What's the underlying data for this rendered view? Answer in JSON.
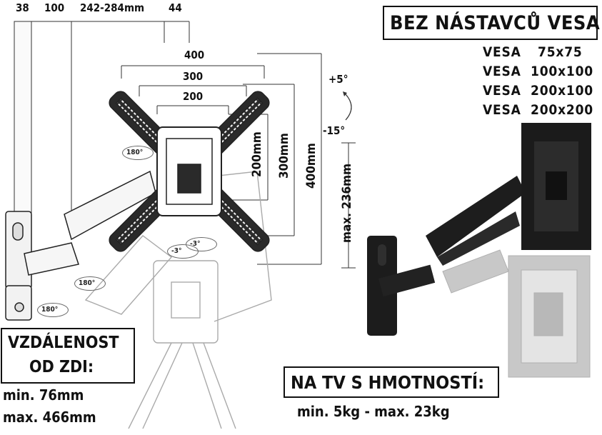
{
  "top_dims": {
    "d1": "38",
    "d2": "100",
    "d3": "242-284mm",
    "d4": "44"
  },
  "horiz_dims": {
    "w400": "400",
    "w300": "300",
    "w200": "200"
  },
  "vert_dims": {
    "h200": "200mm",
    "h300": "300mm",
    "h400": "400mm",
    "max_height": "max. 236mm"
  },
  "tilt": {
    "up": "+5°",
    "down": "-15°"
  },
  "rotation_badges": [
    "180°",
    "180°",
    "180°"
  ],
  "swivel_badges": [
    "-3°",
    "-3°"
  ],
  "no_vesa_box": {
    "title": "BEZ NÁSTAVCŮ VESA"
  },
  "vesa_list": [
    {
      "label": "VESA",
      "size": "75x75"
    },
    {
      "label": "VESA",
      "size": "100x100"
    },
    {
      "label": "VESA",
      "size": "200x100"
    },
    {
      "label": "VESA",
      "size": "200x200"
    }
  ],
  "wall_distance": {
    "title_line1": "VZDÁLENOST",
    "title_line2": "OD ZDI:",
    "min": "min. 76mm",
    "max": "max. 466mm"
  },
  "weight": {
    "title": "NA TV S HMOTNOSTÍ:",
    "range": "min. 5kg - max. 23kg"
  },
  "colors": {
    "ink": "#111111",
    "bracket_black": "#1a1a1a",
    "ghost_gray": "#c8c8c8"
  }
}
